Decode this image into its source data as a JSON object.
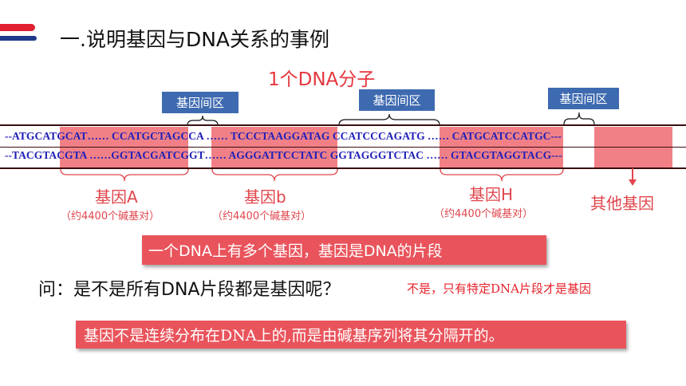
{
  "slide": {
    "title": "一.说明基因与DNA关系的事例",
    "dna_label": "1个DNA分子",
    "spacer_label": "基因间区",
    "sequence": {
      "top": "--ATGCATGCAT…… CCATGCTAGCCA …… TCCCTAAGGATAG CCATCCCAGATG …… CATGCATCCATGC---",
      "bottom": "--TACGTACGTA ……GGTACGATCGGT…… AGGGATTCCTATC GGTAGGGTCTAC …… GTACGTAGGTACG---"
    },
    "genes": [
      {
        "name": "基因A",
        "pairs": "（约4400个碱基对）"
      },
      {
        "name": "基因b",
        "pairs": "（约4400个碱基对）"
      },
      {
        "name": "基因H",
        "pairs": "（约4400个碱基对）"
      }
    ],
    "other_genes": "其他基因",
    "banner1": "一个DNA上有多个基因，基因是DNA的片段",
    "question": "问：是不是所有DNA片段都是基因呢？",
    "answer": "不是，只有特定DNA片段才是基因",
    "banner2": "基因不是连续分布在DNA上的,而是由碱基序列将其分隔开的。"
  },
  "colors": {
    "accent_red": "#e9545c",
    "gene_highlight": "#f18086",
    "box_blue": "#3e6ab0",
    "sequence_blue": "#2020b8"
  }
}
